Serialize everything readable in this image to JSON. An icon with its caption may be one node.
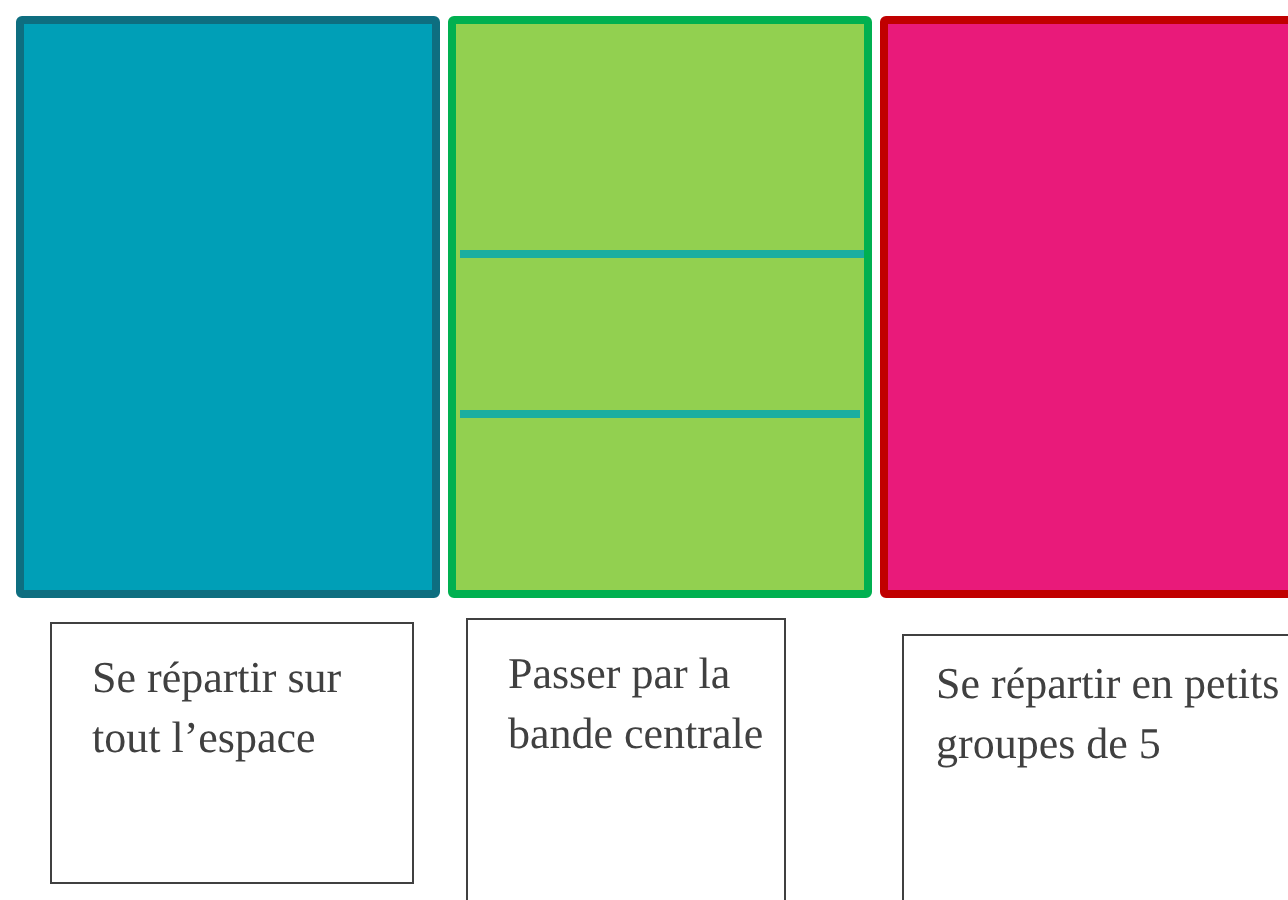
{
  "diagram": {
    "nodes": [
      {
        "text": [],
        "shape": "box"
      },
      {
        "text": [],
        "shape": "box"
      },
      {
        "text": [],
        "shape": "box"
      },
      {
        "text": [
          "Se répartir sur tout l’espace"
        ]
      },
      {
        "text": [
          "Passer par la bande centrale"
        ]
      },
      {
        "text": [
          "Se répartir en petits groupes de 5"
        ]
      }
    ],
    "edges": []
  }
}
